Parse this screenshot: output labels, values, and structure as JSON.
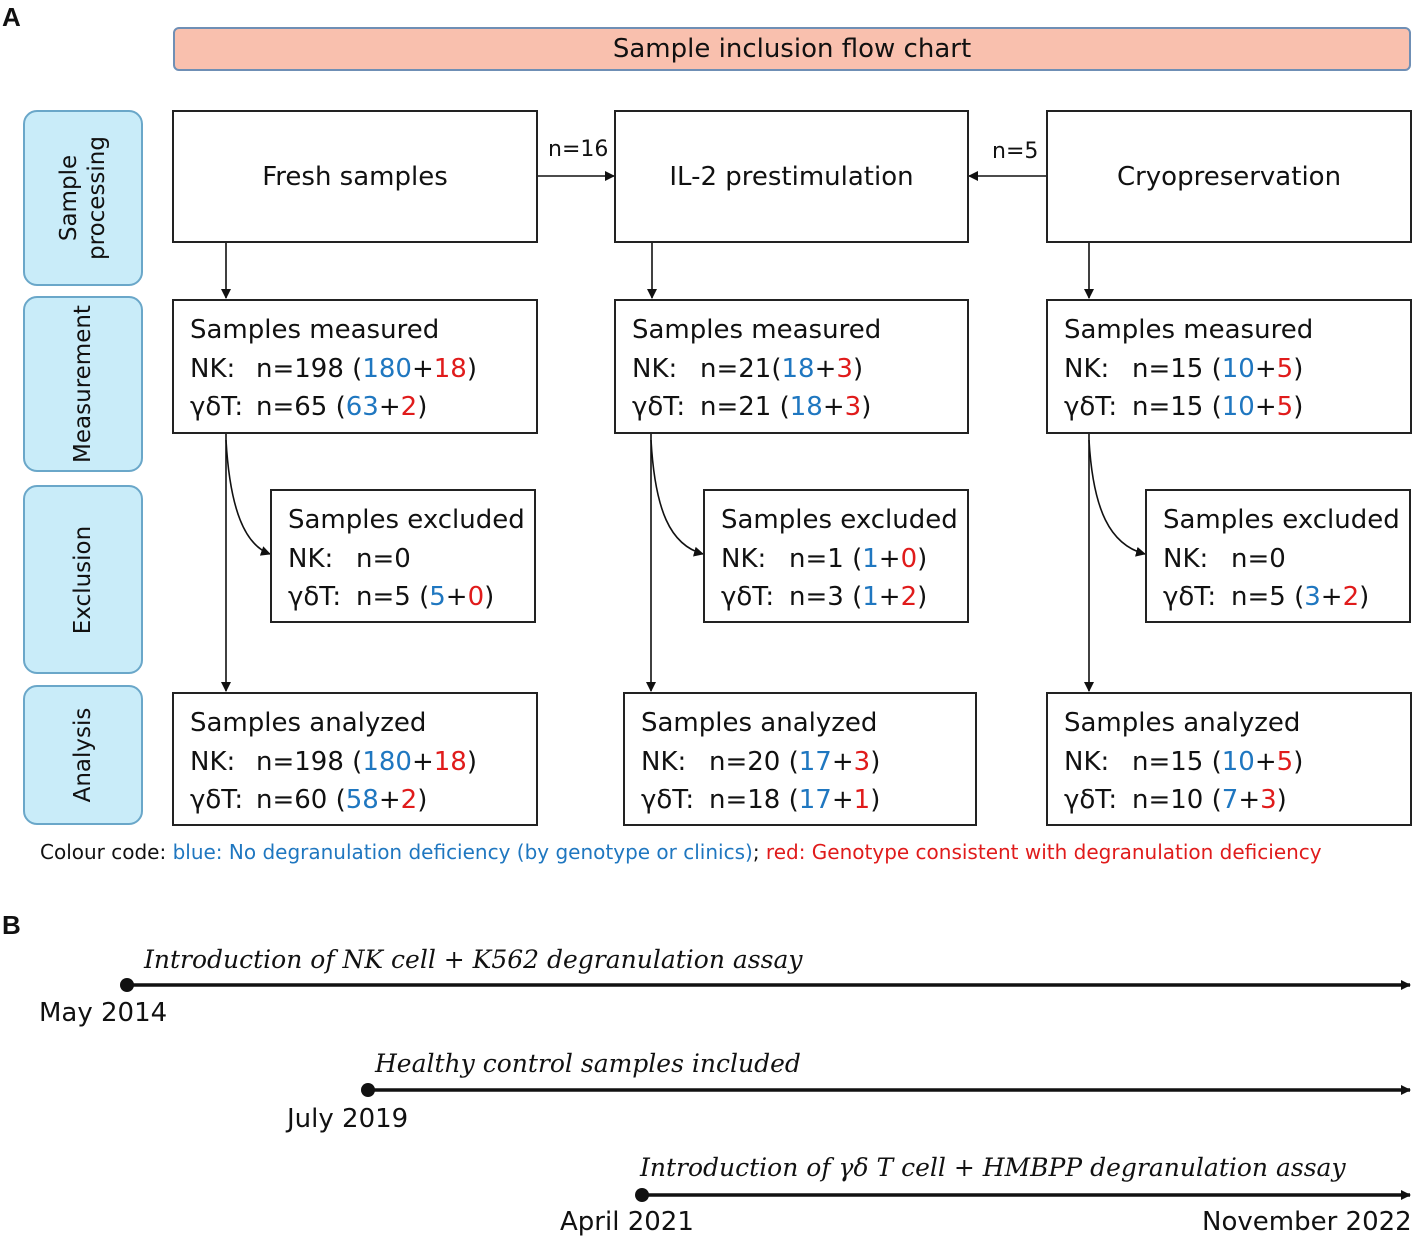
{
  "panel_a_label": "A",
  "panel_b_label": "B",
  "title": "Sample inclusion flow chart",
  "stages": {
    "processing": [
      "Sample",
      "processing"
    ],
    "measurement": "Measurement",
    "exclusion": "Exclusion",
    "analysis": "Analysis"
  },
  "edge_labels": {
    "fresh_to_il2": "n=16",
    "cryo_to_il2": "n=5"
  },
  "processing": {
    "fresh": "Fresh samples",
    "il2": "IL-2 prestimulation",
    "cryo": "Cryopreservation"
  },
  "row_labels": {
    "nk": "NK:",
    "gdt": "γδT:"
  },
  "measured": {
    "title": "Samples measured",
    "fresh": {
      "nk": {
        "n": "n=198 (",
        "blue": "180",
        "red": "18"
      },
      "gdt": {
        "n": "n=65 (",
        "blue": "63",
        "red": "2"
      }
    },
    "il2": {
      "nk": {
        "n": "n=21(",
        "blue": "18",
        "red": "3"
      },
      "gdt": {
        "n": "n=21 (",
        "blue": "18",
        "red": "3"
      }
    },
    "cryo": {
      "nk": {
        "n": "n=15 (",
        "blue": "10",
        "red": "5"
      },
      "gdt": {
        "n": "n=15 (",
        "blue": "10",
        "red": "5"
      }
    }
  },
  "excluded": {
    "title": "Samples excluded",
    "fresh": {
      "nk": "n=0",
      "gdt": {
        "n": "n=5 (",
        "blue": "5",
        "red": "0"
      }
    },
    "il2": {
      "nk": {
        "n": "n=1 (",
        "blue": "1",
        "red": "0"
      },
      "gdt": {
        "n": "n=3 (",
        "blue": "1",
        "red": "2"
      }
    },
    "cryo": {
      "nk": "n=0",
      "gdt": {
        "n": "n=5 (",
        "blue": "3",
        "red": "2"
      }
    }
  },
  "analyzed": {
    "title": "Samples analyzed",
    "fresh": {
      "nk": {
        "n": "n=198 (",
        "blue": "180",
        "red": "18"
      },
      "gdt": {
        "n": "n=60 (",
        "blue": "58",
        "red": "2"
      }
    },
    "il2": {
      "nk": {
        "n": "n=20 (",
        "blue": "17",
        "red": "3"
      },
      "gdt": {
        "n": "n=18 (",
        "blue": "17",
        "red": "1"
      }
    },
    "cryo": {
      "nk": {
        "n": "n=15 (",
        "blue": "10",
        "red": "5"
      },
      "gdt": {
        "n": "n=10 (",
        "blue": "7",
        "red": "3"
      }
    }
  },
  "legend": {
    "prefix": "Colour code: ",
    "blue": "blue: No degranulation deficiency (by genotype or clinics)",
    "sep": "; ",
    "red": "red: Genotype consistent with degranulation deficiency"
  },
  "timeline": {
    "events": [
      {
        "text": "Introduction of NK cell + K562 degranulation assay",
        "date": "May 2014"
      },
      {
        "text": "Healthy control samples included",
        "date": "July 2019"
      },
      {
        "text": "Introduction of γδ T cell + HMBPP degranulation assay",
        "date": "April 2021"
      }
    ],
    "end_date": "November 2022"
  },
  "colors": {
    "blue": "#1f77c0",
    "red": "#e01b1b",
    "title_fill": "#f9c0ae",
    "stage_fill": "#c9ecf9"
  }
}
